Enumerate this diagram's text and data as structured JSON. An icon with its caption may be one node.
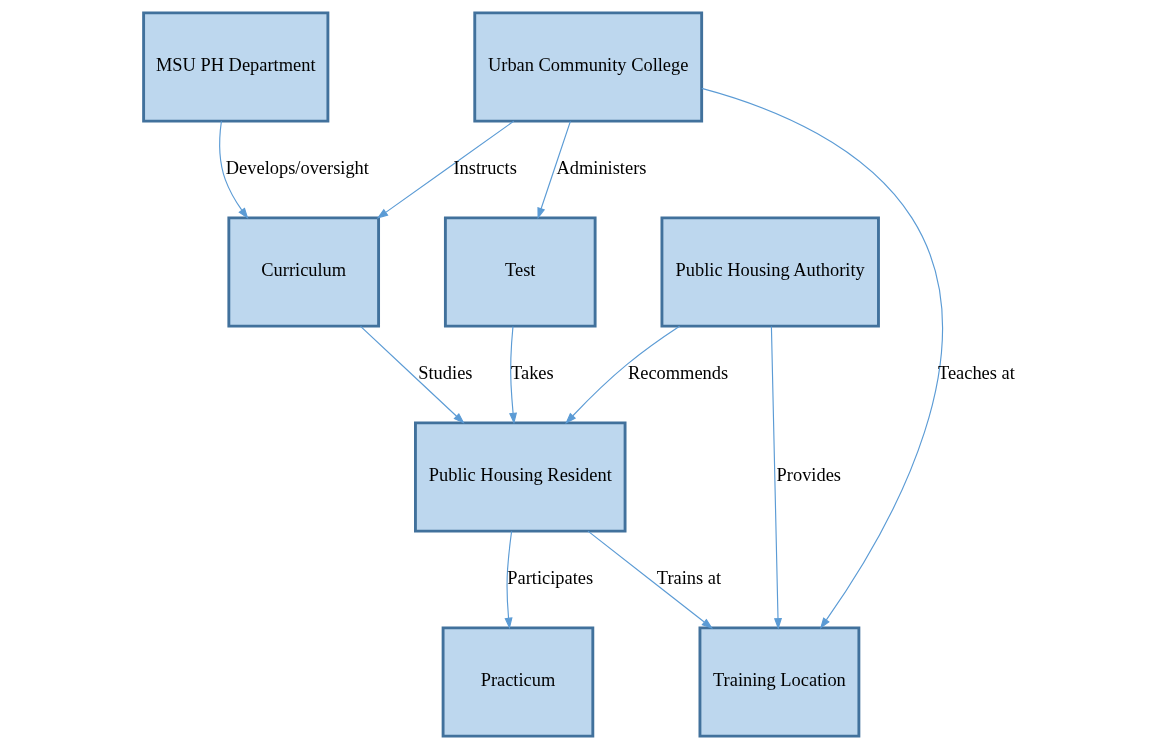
{
  "diagram": {
    "nodes": [
      {
        "text": [
          "Public Housing Authority"
        ]
      },
      {
        "text": [
          "Training Location"
        ]
      },
      {
        "text": [
          "Test"
        ]
      },
      {
        "text": [
          "Urban Community College"
        ]
      },
      {
        "text": [
          "Public Housing Resident"
        ]
      },
      {
        "text": [
          "Practicum"
        ]
      },
      {
        "text": [
          "Curriculum"
        ]
      },
      {
        "text": [
          "MSU PH Department"
        ]
      }
    ],
    "edges": [
      {
        "from": 0,
        "to": 1,
        "arrow": "to",
        "label": "Provides"
      },
      {
        "from": 3,
        "to": 1,
        "arrow": "to",
        "label": "Teaches at"
      },
      {
        "from": 0,
        "to": 4,
        "arrow": "to",
        "label": "Recommends"
      },
      {
        "from": 4,
        "to": 1,
        "arrow": "to",
        "label": "Trains at"
      },
      {
        "from": 3,
        "to": 2,
        "arrow": "to",
        "label": "Administers"
      },
      {
        "from": 2,
        "to": 4,
        "arrow": "to",
        "label": "Takes"
      },
      {
        "from": 6,
        "to": 4,
        "arrow": "to",
        "label": "Studies"
      },
      {
        "from": 4,
        "to": 5,
        "arrow": "to",
        "label": "Participates"
      },
      {
        "from": 3,
        "to": 6,
        "arrow": "to",
        "label": "Instructs"
      },
      {
        "from": 7,
        "to": 6,
        "arrow": "to",
        "label": "Develops/oversight"
      }
    ]
  }
}
